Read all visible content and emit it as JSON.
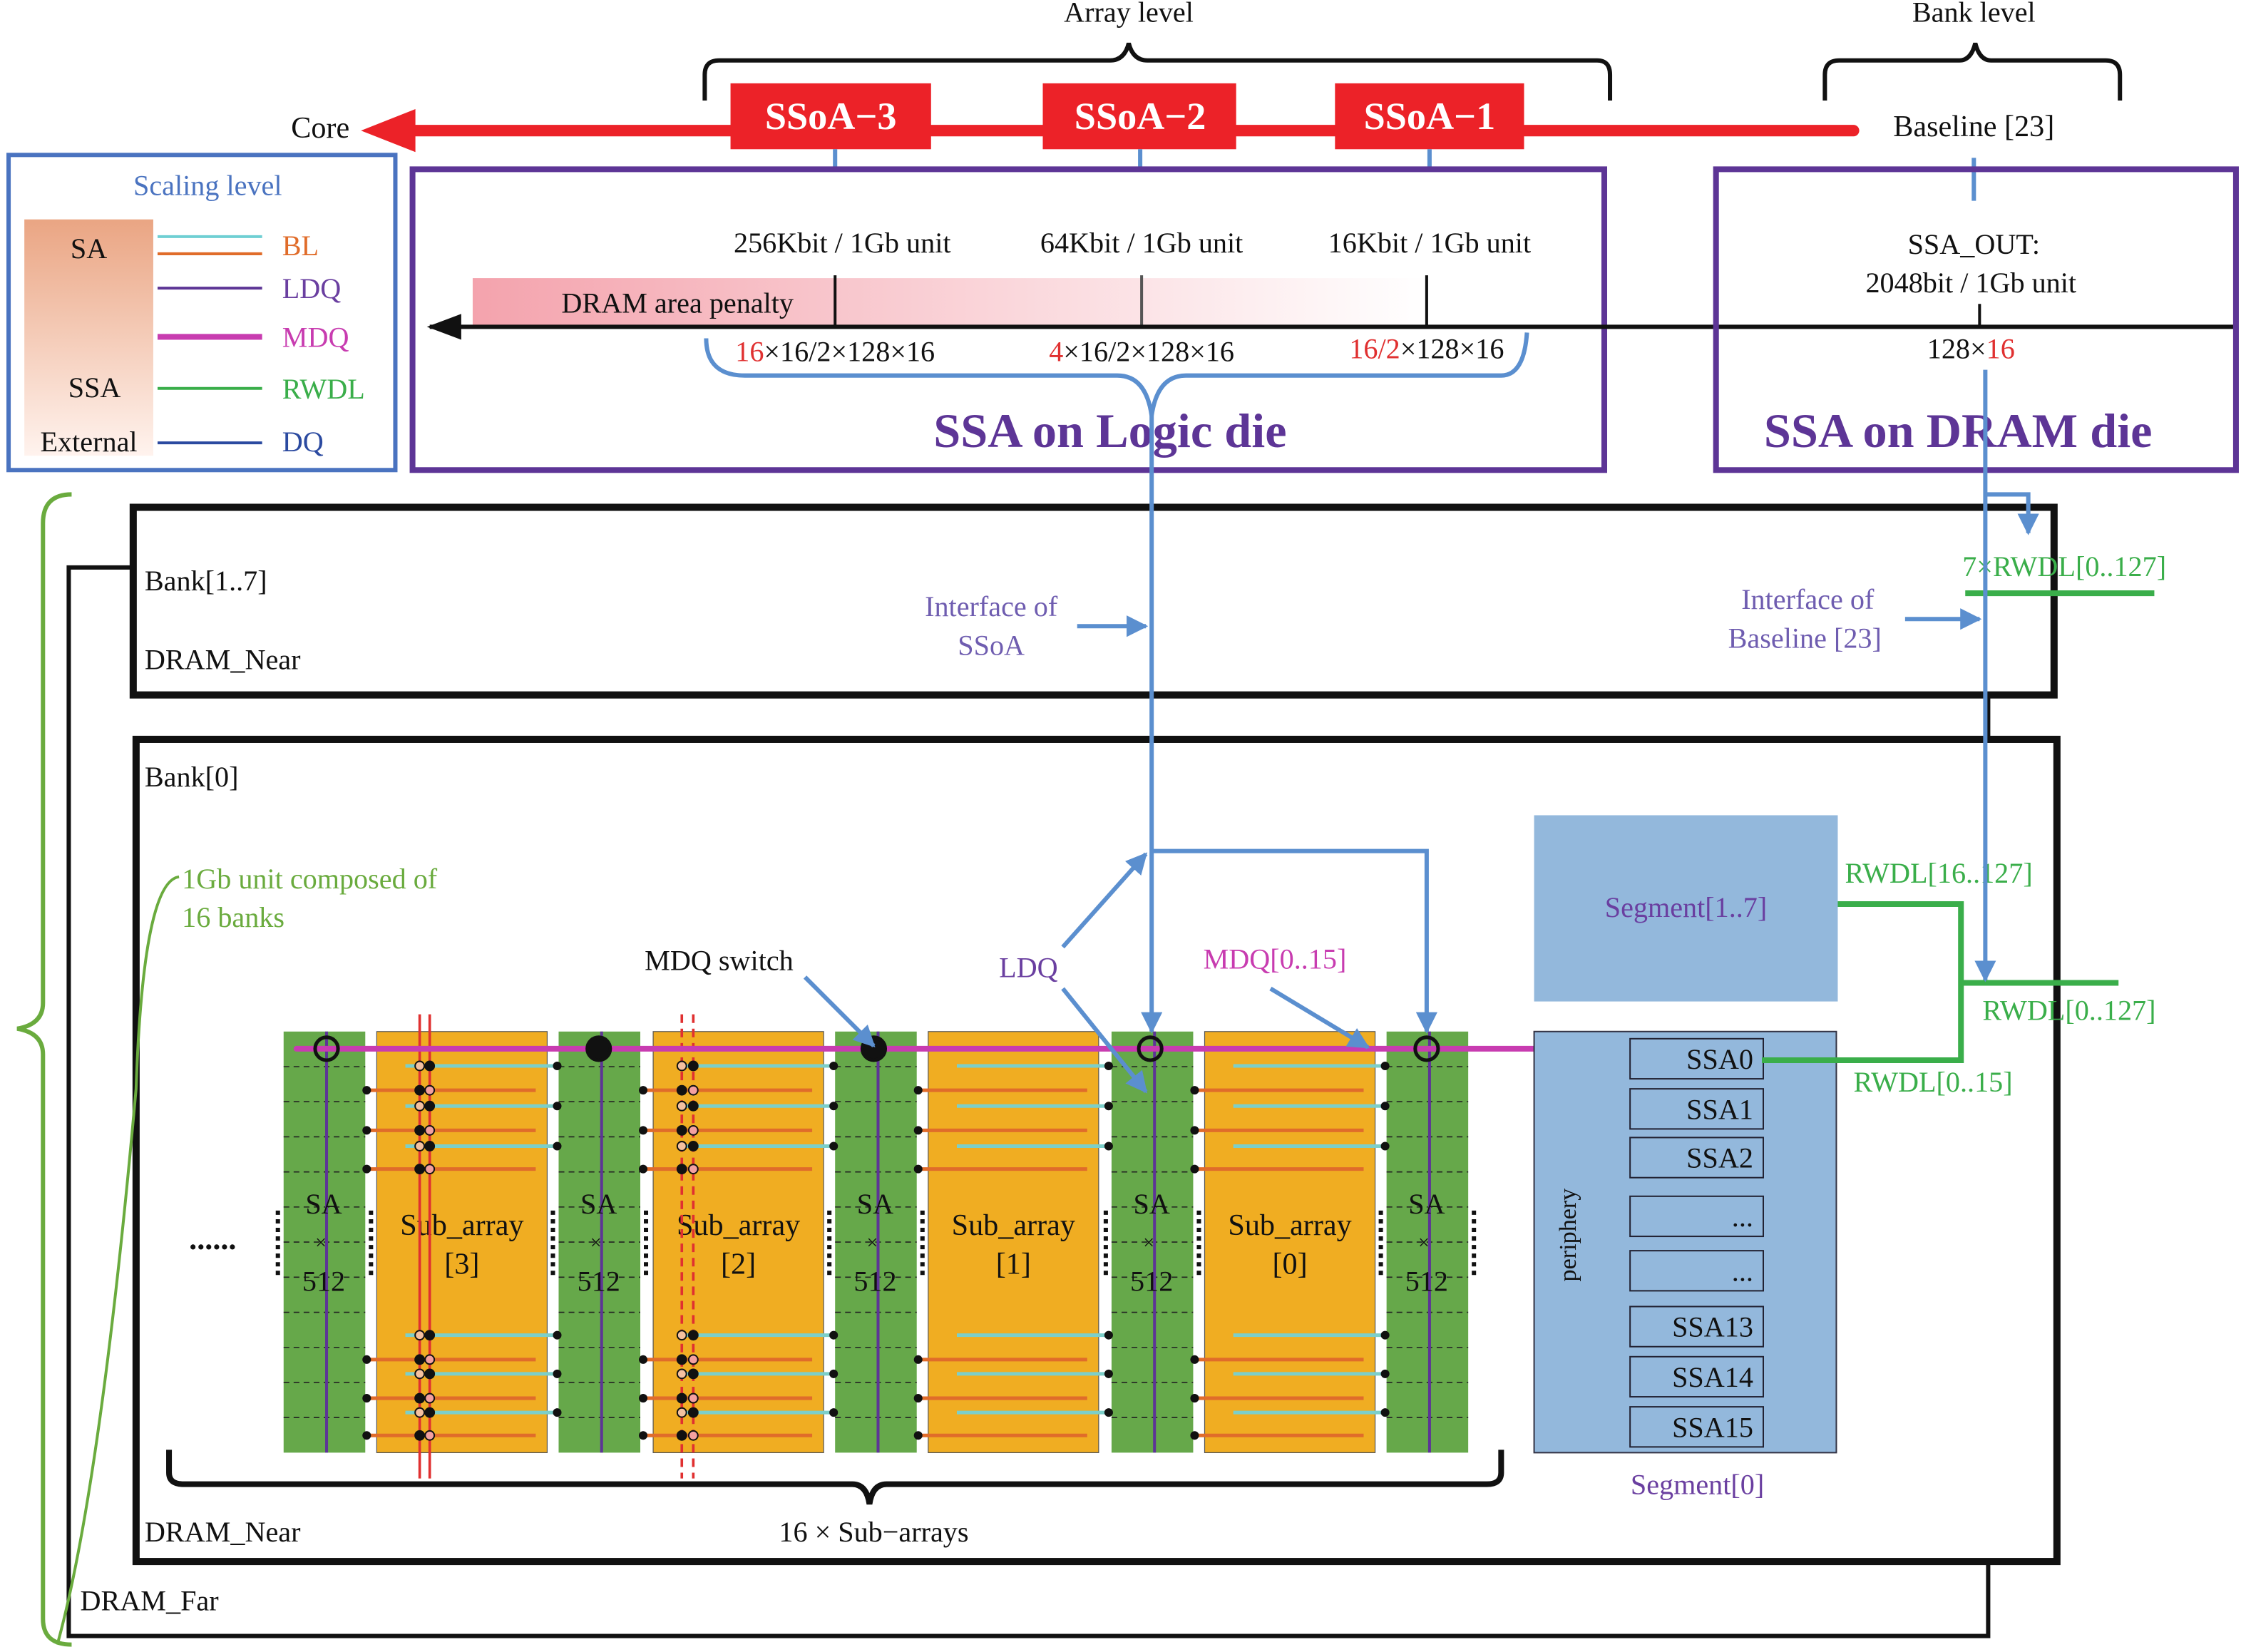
{
  "top": {
    "array_level": "Array level",
    "bank_level": "Bank level",
    "core": "Core",
    "ssoa": [
      "SSoA−3",
      "SSoA−2",
      "SSoA−1"
    ],
    "baseline": "Baseline [23]"
  },
  "legend": {
    "title": "Scaling  level",
    "levels": [
      "SA",
      "SSA",
      "External"
    ],
    "items": [
      {
        "label": "BL",
        "color": "#e06c2a"
      },
      {
        "label": "LDQ",
        "color": "#5d3596"
      },
      {
        "label": "MDQ",
        "color": "#c83cb0"
      },
      {
        "label": "RWDL",
        "color": "#3aae4a"
      },
      {
        "label": "DQ",
        "color": "#2b4aa0"
      }
    ]
  },
  "logic_die": {
    "title": "SSA on Logic die",
    "units": [
      "256Kbit / 1Gb unit",
      "64Kbit / 1Gb unit",
      "16Kbit / 1Gb unit"
    ],
    "penalty_label": "DRAM area penalty",
    "formulas": [
      {
        "red": "16",
        "black": "×16/2×128×16"
      },
      {
        "red": "4",
        "black": "×16/2×128×16"
      },
      {
        "red": "16/2",
        "black": "×128×16"
      }
    ]
  },
  "dram_die": {
    "title": "SSA on DRAM die",
    "out_line1": "SSA_OUT:",
    "out_line2": "2048bit  / 1Gb unit",
    "formula_black": "128×",
    "formula_red": "16"
  },
  "banks": {
    "bank_1_7": "Bank[1..7]",
    "dram_near": "DRAM_Near",
    "bank_0": "Bank[0]",
    "dram_far": "DRAM_Far",
    "interface_ssoa": [
      "Interface of",
      "SSoA"
    ],
    "interface_baseline": [
      "Interface of",
      "Baseline [23]"
    ],
    "rwdl_7x": "7×RWDL[0..127]",
    "unit_note": [
      "1Gb unit composed of",
      "16 banks"
    ]
  },
  "array": {
    "mdq_switch": "MDQ switch",
    "ldq": "LDQ",
    "mdq": "MDQ[0..15]",
    "ellipsis": "......",
    "sa_label": [
      "SA",
      "×",
      "512"
    ],
    "subarrays": [
      {
        "name": "Sub_array",
        "index": "[3]"
      },
      {
        "name": "Sub_array",
        "index": "[2]"
      },
      {
        "name": "Sub_array",
        "index": "[1]"
      },
      {
        "name": "Sub_array",
        "index": "[0]"
      }
    ],
    "brace_label": "16 × Sub−arrays"
  },
  "segments": {
    "seg_1_7": "Segment[1..7]",
    "seg_0": "Segment[0]",
    "periphery": "periphery",
    "ssa": [
      "SSA0",
      "SSA1",
      "SSA2",
      "...",
      "...",
      "SSA13",
      "SSA14",
      "SSA15"
    ],
    "rwdl_16_127": "RWDL[16..127]",
    "rwdl_0_127": "RWDL[0..127]",
    "rwdl_0_15": "RWDL[0..15]"
  },
  "colors": {
    "red_bus": "#ec2228",
    "logic_box": "#5d3596",
    "legend_box": "#4a73c0",
    "sa_green": "#66a84a",
    "subarray_orange": "#f0ad22",
    "segment_blue": "#93b8dc",
    "interface_blue": "#5b8fcf"
  }
}
